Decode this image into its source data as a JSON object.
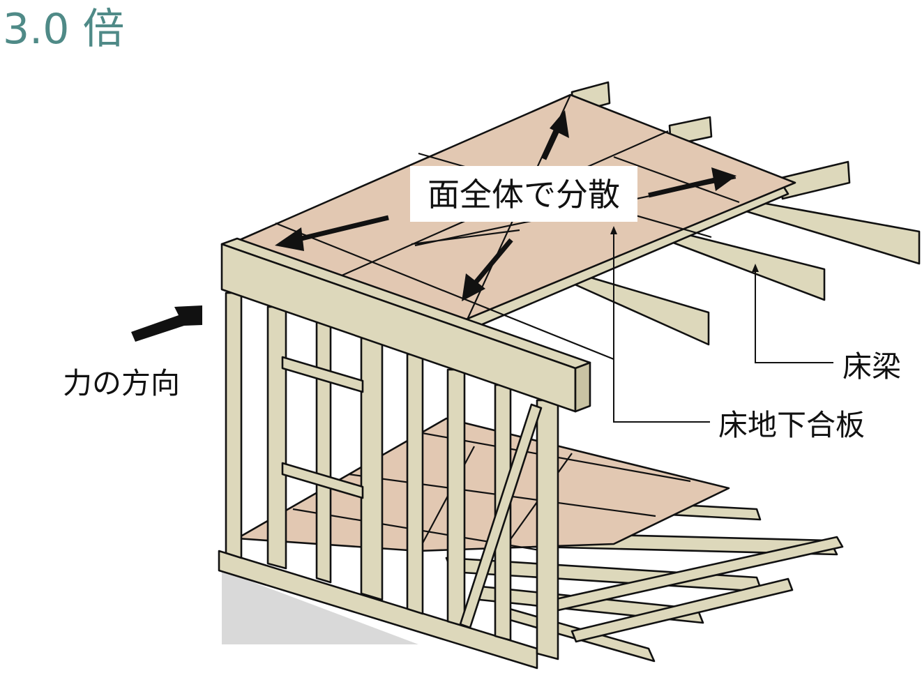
{
  "header": {
    "ratio_text": "3.0 倍",
    "ratio_color": "#4f8a87"
  },
  "diagram": {
    "center_label": "面全体で分散",
    "force_label": "力の方向",
    "beam_label": "床梁",
    "plywood_label": "床地下合板"
  },
  "colors": {
    "wood": "#ddd8bb",
    "plywood": "#e2c8b2",
    "ground_shadow": "#d9d9d9",
    "stroke": "#111111"
  }
}
